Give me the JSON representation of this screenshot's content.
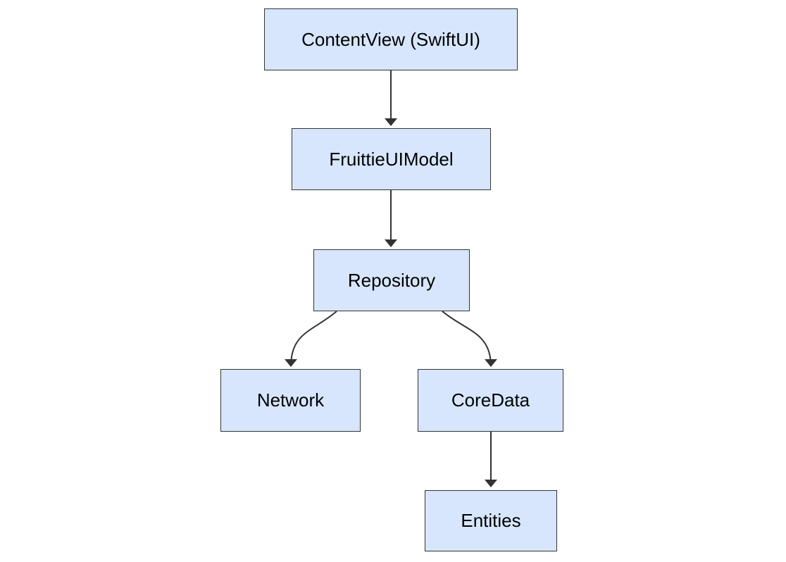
{
  "diagram": {
    "type": "flowchart",
    "direction": "top-down",
    "nodes": [
      {
        "id": "contentview",
        "label": "ContentView (SwiftUI)"
      },
      {
        "id": "fruittieuimodel",
        "label": "FruittieUIModel"
      },
      {
        "id": "repository",
        "label": "Repository"
      },
      {
        "id": "network",
        "label": "Network"
      },
      {
        "id": "coredata",
        "label": "CoreData"
      },
      {
        "id": "entities",
        "label": "Entities"
      }
    ],
    "edges": [
      {
        "from": "ContentView (SwiftUI)",
        "to": "FruittieUIModel",
        "style": "arrow"
      },
      {
        "from": "FruittieUIModel",
        "to": "Repository",
        "style": "arrow"
      },
      {
        "from": "Repository",
        "to": "Network",
        "style": "arrow"
      },
      {
        "from": "Repository",
        "to": "CoreData",
        "style": "arrow"
      },
      {
        "from": "CoreData",
        "to": "Entities",
        "style": "arrow"
      }
    ],
    "colors": {
      "background": "#ffffff",
      "node_fill": "#d7e6fc",
      "node_border": "#333333",
      "edge": "#333333",
      "text": "#000000"
    }
  }
}
